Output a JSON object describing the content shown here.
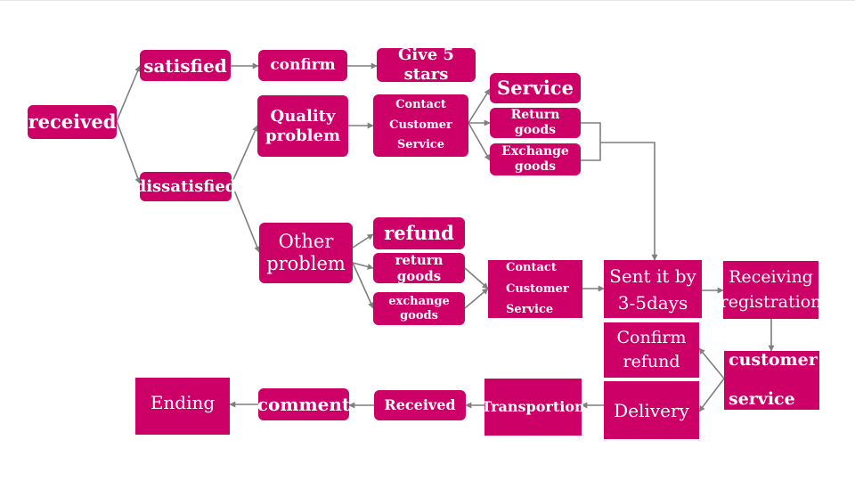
{
  "colors": {
    "node_fill": "#cc0066",
    "node_text": "#ffffff",
    "edge": "#7f7f7f"
  },
  "nodes": {
    "received": "received",
    "satisfied": "satisfied",
    "dissatisfied": "dissatisfied",
    "confirm": "confirm",
    "give5": "Give 5 stars",
    "quality": "Quality\nproblem",
    "contact1": "Contact\nCustomer\nService",
    "service": "Service",
    "return1": "Return goods",
    "exchange1": "Exchange goods",
    "other": "Other\nproblem",
    "refund": "refund",
    "return2": "return goods",
    "exchange2": "exchange goods",
    "contact2": "Contact\nCustomer\nService",
    "sent": "Sent it by\n3-5days",
    "receiving": "Receiving\nregistration",
    "custservice": "customer\n\nservice",
    "confirmrefund": "Confirm\nrefund",
    "delivery": "Delivery",
    "transport": "Transportion",
    "received2": "Received",
    "comment": "comment",
    "ending": "Ending"
  }
}
